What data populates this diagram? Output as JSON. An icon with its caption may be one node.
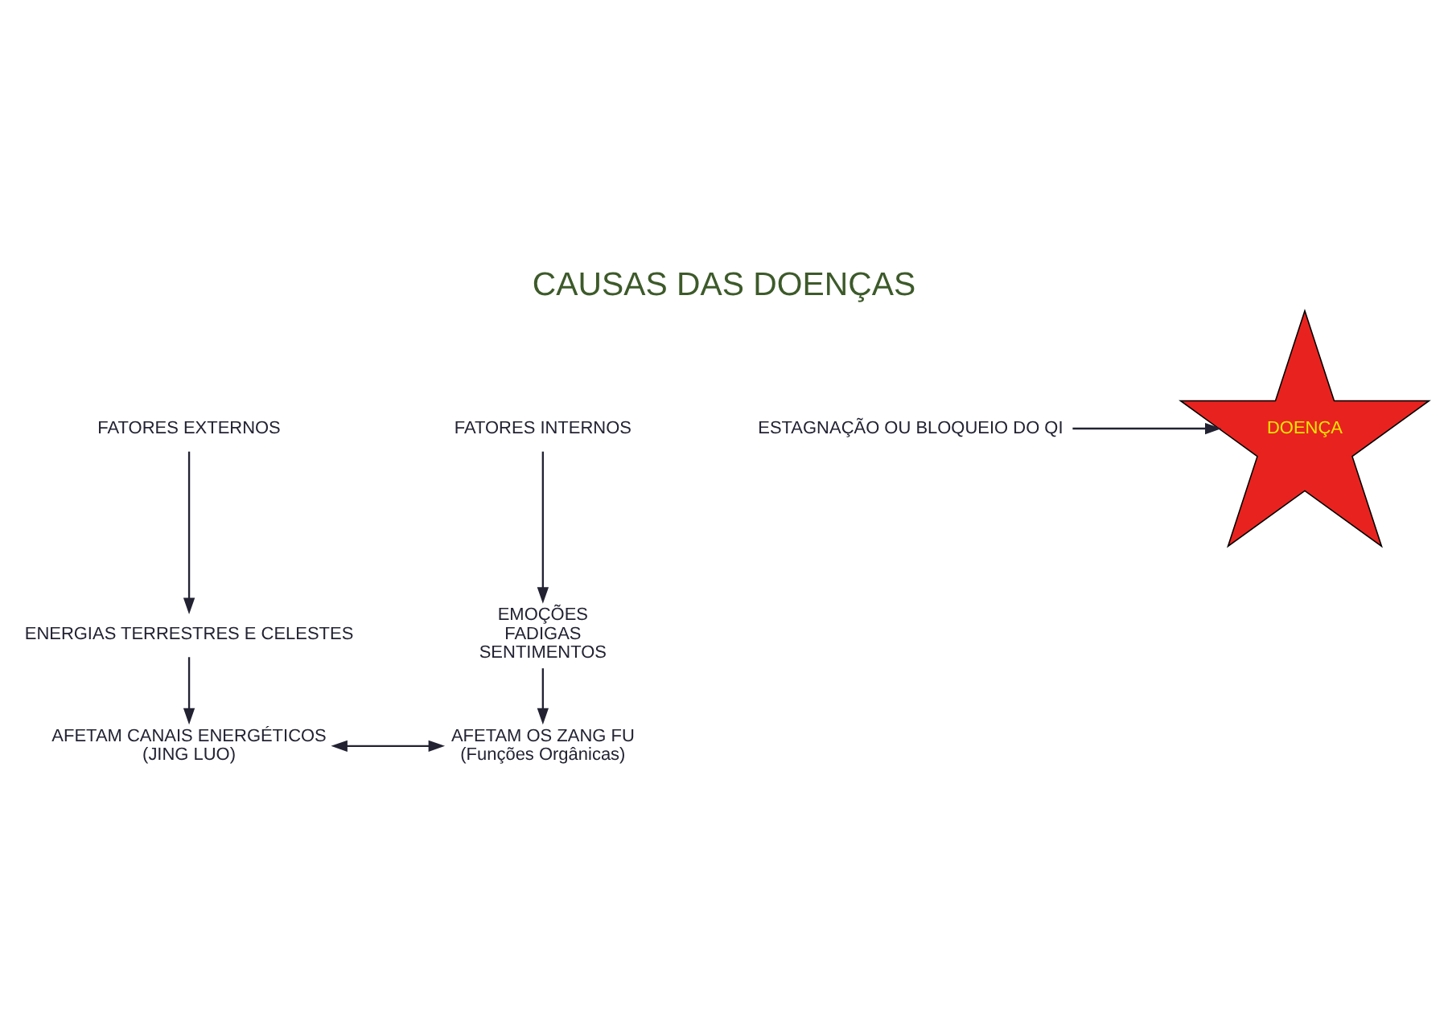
{
  "diagram": {
    "title": "CAUSAS DAS DOENÇAS",
    "nodes": [
      {
        "text": [
          "FATORES EXTERNOS"
        ]
      },
      {
        "text": [
          "ENERGIAS TERRESTRES E CELESTES"
        ]
      },
      {
        "text": [
          "FATORES INTERNOS"
        ]
      },
      {
        "text": [
          "EMOÇÕES",
          "FADIGAS",
          "SENTIMENTOS"
        ]
      },
      {
        "text": [
          "AFETAM CANAIS ENERGÉTICOS",
          "(JING LUO)"
        ]
      },
      {
        "text": [
          "AFETAM OS ZANG FU",
          "(Funções Orgânicas)"
        ]
      },
      {
        "text": [
          "ESTAGNAÇÃO OU BLOQUEIO DO QI"
        ]
      },
      {
        "text": [
          "DOENÇA"
        ]
      }
    ],
    "edges": [
      {
        "from": 0,
        "to": 1,
        "arrow": "to"
      },
      {
        "from": 2,
        "to": 3,
        "arrow": "to"
      },
      {
        "from": 1,
        "to": 4,
        "arrow": "to"
      },
      {
        "from": 3,
        "to": 5,
        "arrow": "to"
      },
      {
        "from": 4,
        "to": 5,
        "arrow": "both"
      },
      {
        "from": 6,
        "to": 7,
        "arrow": "to"
      }
    ]
  }
}
